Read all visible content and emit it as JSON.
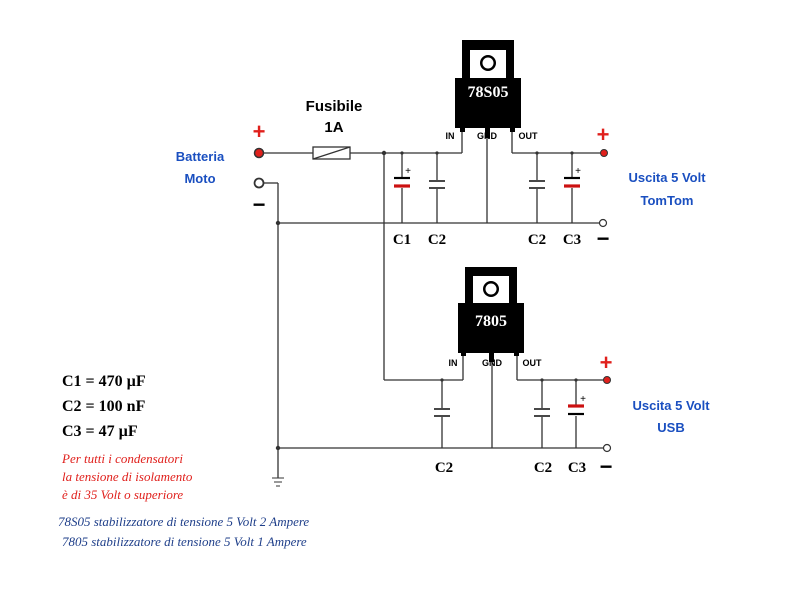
{
  "fuse": {
    "title": "Fusibile",
    "value": "1A"
  },
  "battery": {
    "line1": "Batteria",
    "line2": "Moto",
    "plus": "+",
    "minus": "−"
  },
  "regulator_top": {
    "name": "78S05",
    "pin_in": "IN",
    "pin_gnd": "GND",
    "pin_out": "OUT"
  },
  "regulator_bottom": {
    "name": "7805",
    "pin_in": "IN",
    "pin_gnd": "GND",
    "pin_out": "OUT"
  },
  "output_top": {
    "line1": "Uscita 5 Volt",
    "line2": "TomTom",
    "plus": "+",
    "minus": "−"
  },
  "output_bottom": {
    "line1": "Uscita 5 Volt",
    "line2": "USB",
    "plus": "+",
    "minus": "−"
  },
  "capacitors": {
    "c1": "C1",
    "c2": "C2",
    "c3": "C3",
    "cap_plus": "+"
  },
  "values": {
    "c1": "C1 = 470 µF",
    "c2": "C2 = 100 nF",
    "c3": "C3 = 47 µF"
  },
  "note": {
    "line1": "Per tutti i condensatori",
    "line2": "la tensione di isolamento",
    "line3": "è di 35 Volt o superiore"
  },
  "footer": {
    "line1": "78S05 stabilizzatore di tensione 5 Volt 2 Ampere",
    "line2": "7805 stabilizzatore di tensione 5 Volt 1 Ampere"
  },
  "colors": {
    "plus_red": "#e0201c",
    "label_blue": "#1a4fc0",
    "note_red": "#e0201c",
    "footer_blue": "#1f3f8a",
    "cap_red": "#cc1111",
    "regulator_black": "#000000"
  }
}
